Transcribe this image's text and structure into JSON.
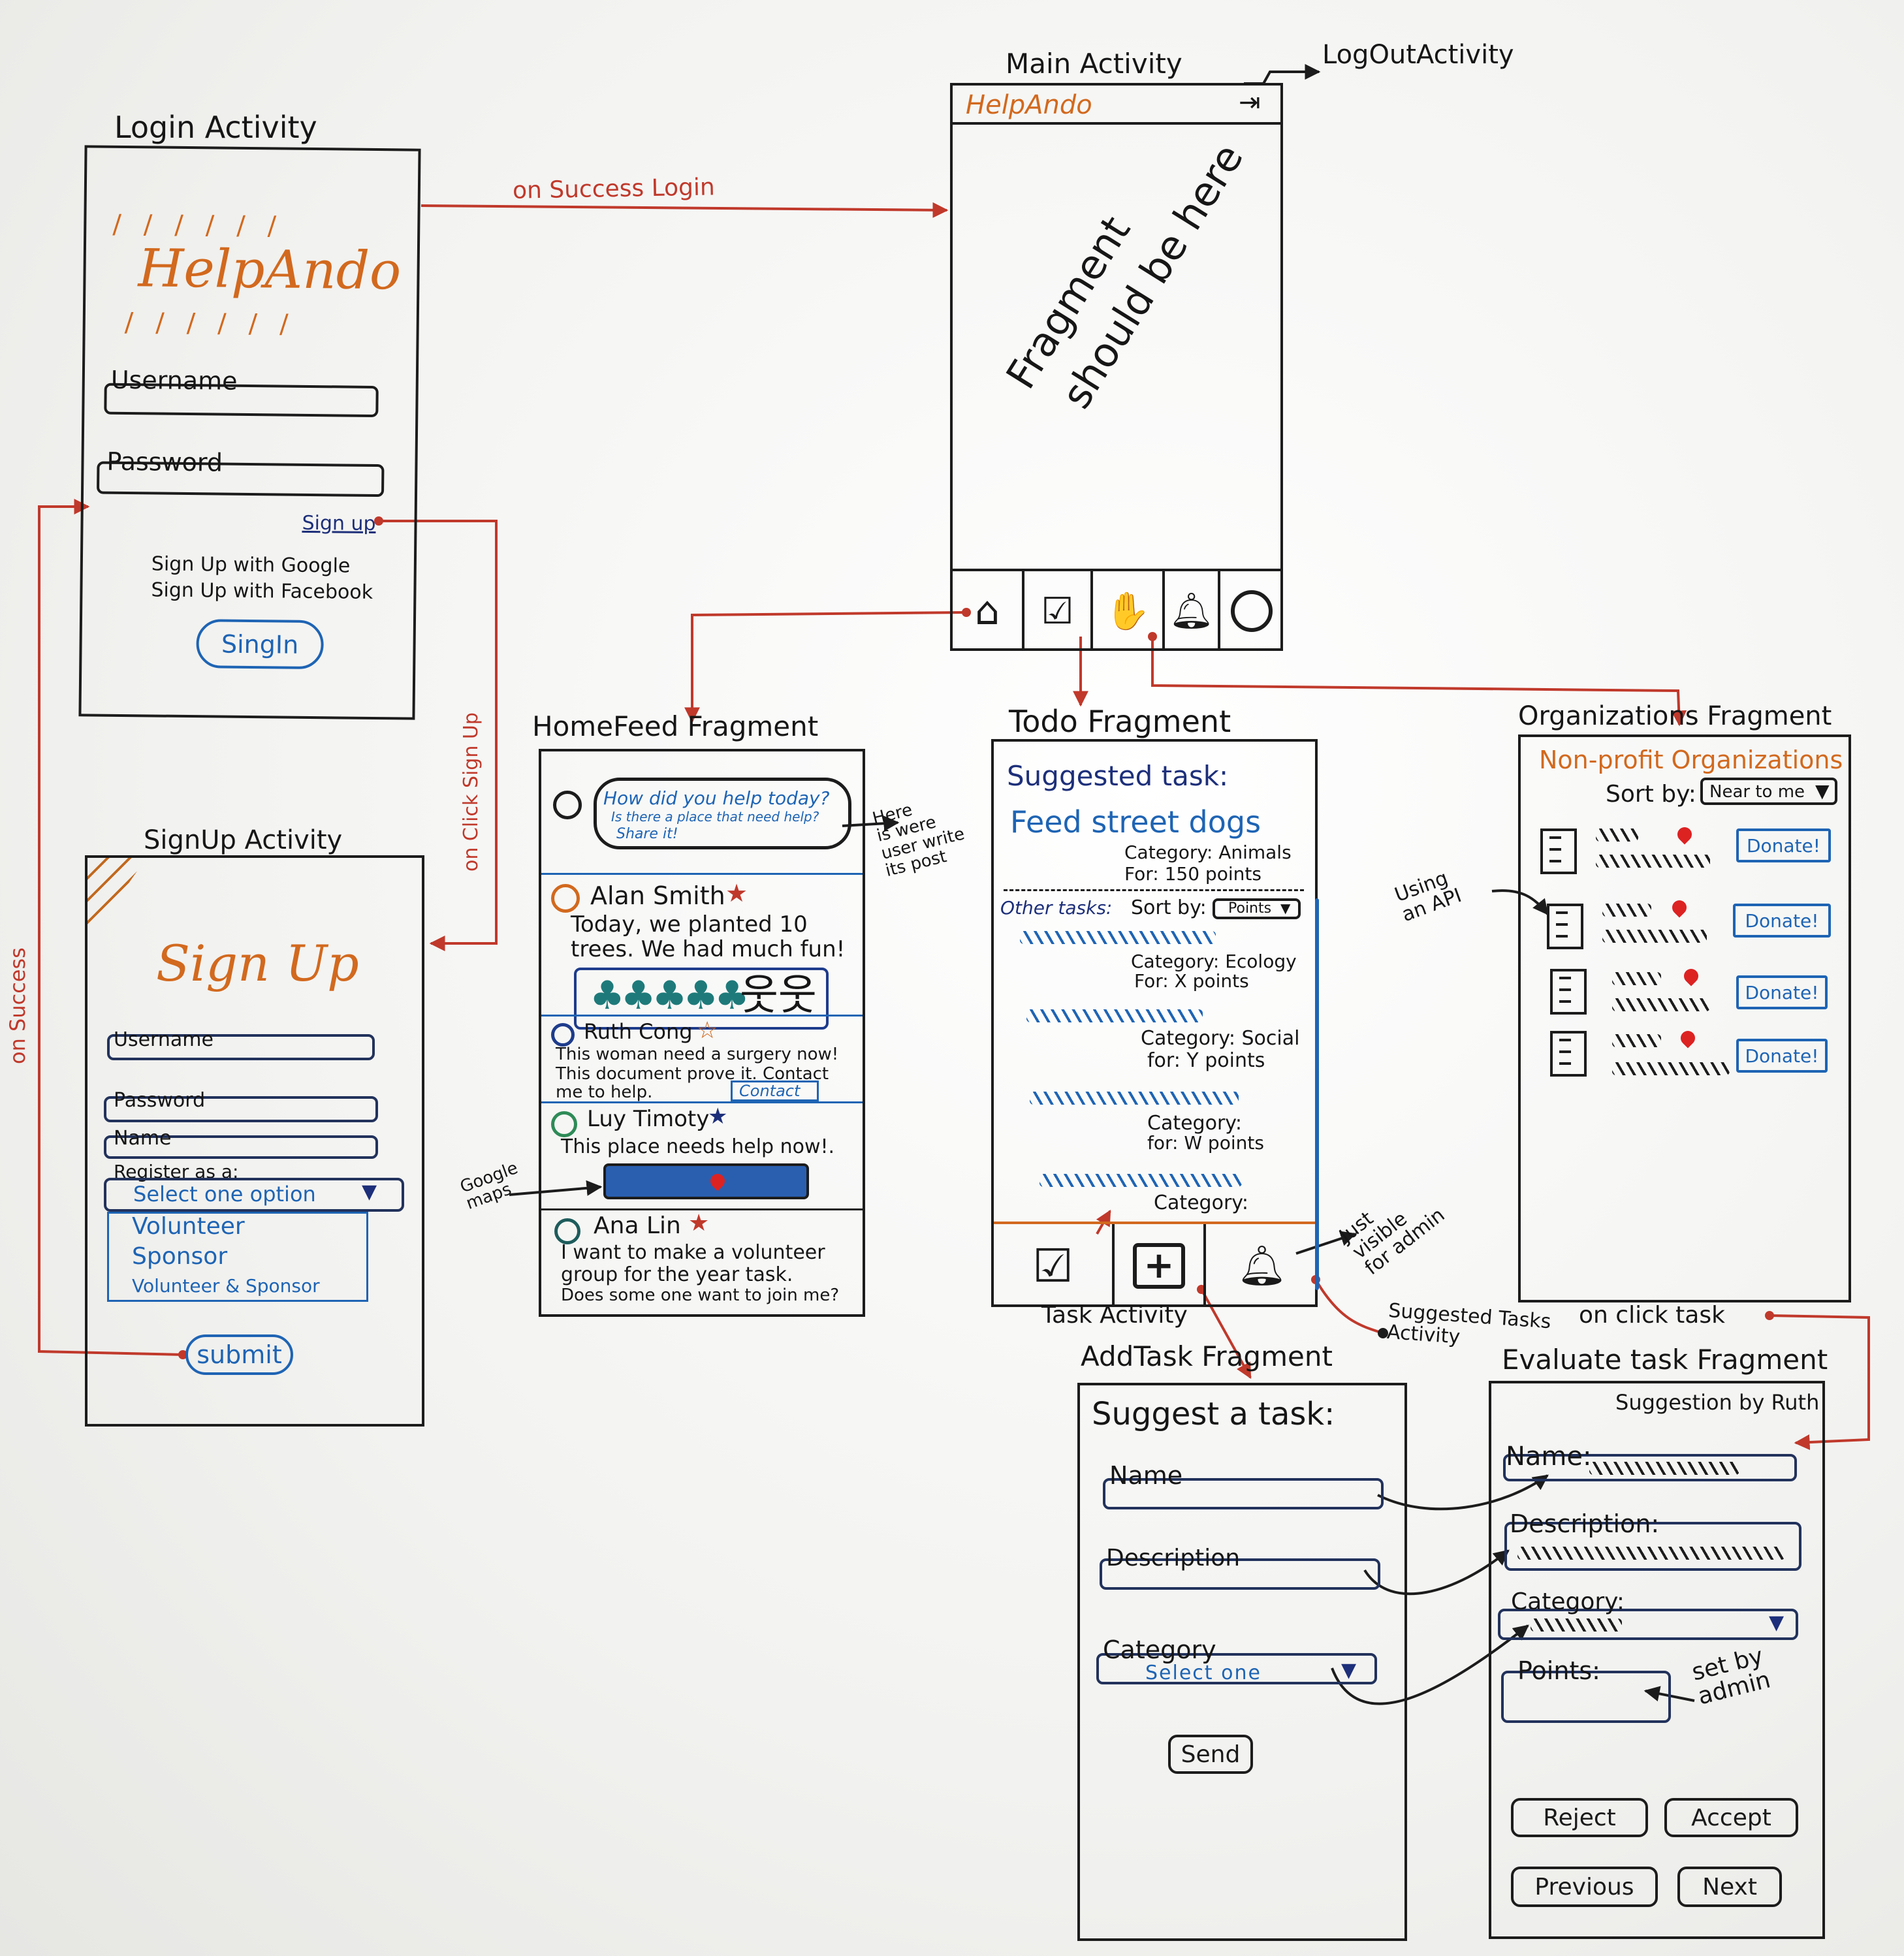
{
  "login": {
    "title": "Login Activity",
    "logo": "HelpAndo",
    "username": "Username",
    "password": "Password",
    "signup_link": "Sign up",
    "google": "Sign Up with Google",
    "facebook": "Sign Up with Facebook",
    "signin": "SingIn"
  },
  "arrows": {
    "on_success_login": "on Success Login",
    "logout": "LogOutActivity",
    "on_click_signup": "on Click Sign Up",
    "on_success": "on Success",
    "suggested_tasks": "Suggested Tasks Activity",
    "on_click_task": "on click task",
    "here_user": [
      "Here",
      "is were",
      "user write",
      "its post"
    ],
    "google_maps": [
      "Google",
      "maps"
    ],
    "using_api": [
      "Using",
      "an API"
    ],
    "just_visible": [
      "Just",
      "visible",
      "for admin"
    ],
    "set_by_admin": [
      "set by",
      "admin"
    ]
  },
  "main": {
    "title": "Main Activity",
    "app": "HelpAndo",
    "placeholder_1": "Fragment",
    "placeholder_2": "should be here"
  },
  "signup": {
    "title": "SignUp Activity",
    "heading": "Sign Up",
    "username": "Username",
    "password": "Password",
    "name": "Name",
    "register_as": "Register as a:",
    "select": "Select one option",
    "options": [
      "Volunteer",
      "Sponsor",
      "Volunteer & Sponsor"
    ],
    "submit": "submit"
  },
  "homefeed": {
    "title": "HomeFeed Fragment",
    "prompt": [
      "How did you help today?",
      "Is there a place that need help?",
      "Share it!"
    ],
    "posts": [
      {
        "author": "Alan Smith",
        "lines": [
          "Today, we planted 10",
          "trees. We had much fun!"
        ]
      },
      {
        "author": "Ruth Cong",
        "lines": [
          "This woman need a surgery now!",
          "This document prove it. Contact",
          "me to help."
        ],
        "action": "Contact"
      },
      {
        "author": "Luy Timoty",
        "lines": [
          "This place needs help now!."
        ]
      },
      {
        "author": "Ana Lin",
        "lines": [
          "I want to make a volunteer",
          "group for the year task.",
          "Does some one want to join me?"
        ]
      }
    ]
  },
  "todo": {
    "title": "Todo Fragment",
    "suggested": "Suggested task:",
    "task": "Feed street dogs",
    "task_category": "Category: Animals",
    "task_points": "For: 150 points",
    "other": "Other tasks:",
    "sort_by": "Sort by:",
    "sort_value": "Points",
    "tasks": [
      {
        "category": "Category: Ecology",
        "points": "For: X points"
      },
      {
        "category": "Category: Social",
        "points": "for: Y points"
      },
      {
        "category": "Category:",
        "points": "for: W points"
      },
      {
        "category": "Category:",
        "points": ""
      }
    ],
    "task_activity": "Task Activity"
  },
  "orgs": {
    "title": "Organizations Fragment",
    "heading": "Non-profit Organizations",
    "sort_by": "Sort by:",
    "sort_value": "Near to me",
    "donate": "Donate!"
  },
  "addtask": {
    "title": "AddTask Fragment",
    "heading": "Suggest a task:",
    "name": "Name",
    "description": "Description",
    "category": "Category",
    "select": "Select one",
    "send": "Send"
  },
  "evaluate": {
    "title": "Evaluate task Fragment",
    "by": "Suggestion by Ruth",
    "name": "Name:",
    "description": "Description:",
    "category": "Category:",
    "points": "Points:",
    "reject": "Reject",
    "accept": "Accept",
    "previous": "Previous",
    "next": "Next"
  }
}
